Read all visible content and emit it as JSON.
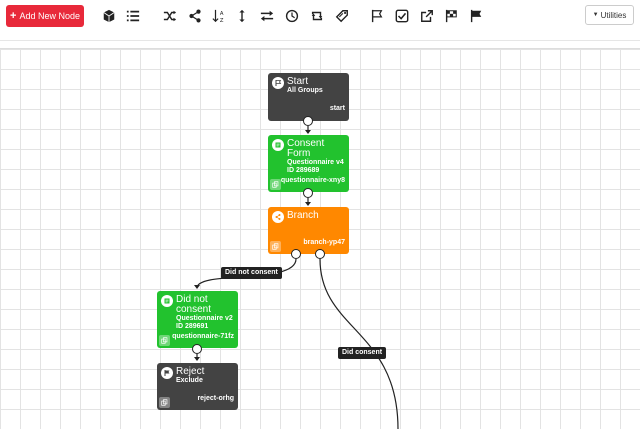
{
  "toolbar": {
    "add_label": "Add New Node",
    "utilities_label": "Utilities",
    "icons": [
      "cube-icon",
      "list-icon",
      "shuffle-icon",
      "share-icon",
      "sort-alpha-icon",
      "vertical-arrows-icon",
      "exchange-icon",
      "clock-icon",
      "retweet-icon",
      "tag-icon",
      "flag-outline-icon",
      "check-square-icon",
      "external-link-icon",
      "flag-checkered-icon",
      "flag-icon"
    ]
  },
  "nodes": {
    "start": {
      "title": "Start",
      "sub1": "All Groups",
      "id_label": "start",
      "color": "#434343"
    },
    "consent_form": {
      "title1": "Consent",
      "title2": "Form",
      "sub1": "Questionnaire v4",
      "sub2": "ID 289689",
      "id_label": "questionnaire-xny8",
      "color": "#22c22e"
    },
    "branch": {
      "title": "Branch",
      "id_label": "branch-yp47",
      "color": "#ff8800"
    },
    "did_not_consent": {
      "title1": "Did not",
      "title2": "consent",
      "sub1": "Questionnaire v2",
      "sub2": "ID 289691",
      "id_label": "questionnaire-71fz",
      "color": "#22c22e"
    },
    "reject": {
      "title": "Reject",
      "sub1": "Exclude",
      "id_label": "reject-orhg",
      "color": "#434343"
    }
  },
  "edges": {
    "did_not_consent_label": "Did not consent",
    "did_consent_label": "Did consent"
  },
  "colors": {
    "add_button": "#e8293a",
    "edge": "#222222"
  }
}
